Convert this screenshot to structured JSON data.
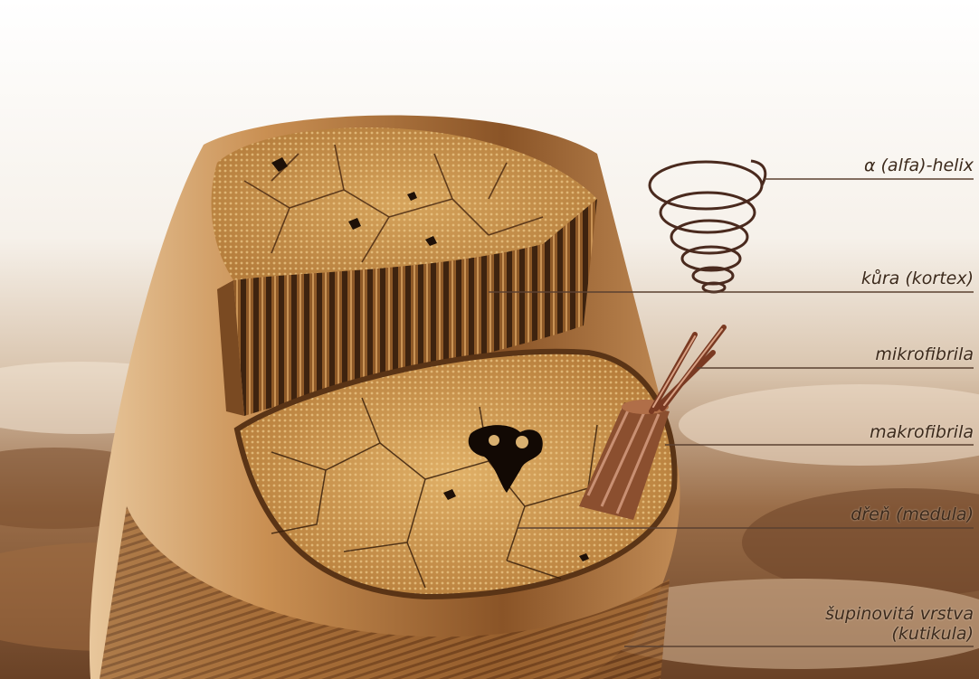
{
  "labels": {
    "helix": "α (alfa)-helix",
    "kortex": "kůra (kortex)",
    "mikrofibrila": "mikrofibrila",
    "makrofibrila": "makrofibrila",
    "medula": "dřeň (medula)",
    "kutikula_line1": "šupinovitá vrstva",
    "kutikula_line2": "(kutikula)"
  },
  "colors": {
    "hair_light": "#d9a85f",
    "hair_dark": "#6b3d1a",
    "leader_line": "#5a4030",
    "helix_stroke": "#4a2a1e",
    "sky_top": "#ffffff",
    "cloud_brown": "#8c5a34"
  }
}
